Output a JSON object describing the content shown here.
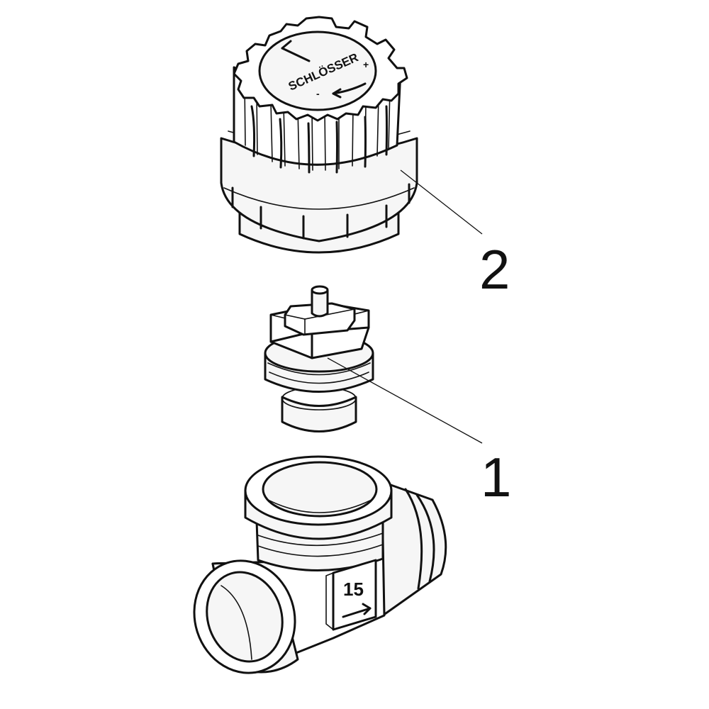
{
  "callouts": {
    "part_1": "1",
    "part_2": "2"
  },
  "knob": {
    "brand": "SCHLÖSSER",
    "plus_sign": "+",
    "minus_sign": "-"
  },
  "body": {
    "size_label": "15"
  },
  "colors": {
    "line": "#111111",
    "background": "#ffffff"
  }
}
